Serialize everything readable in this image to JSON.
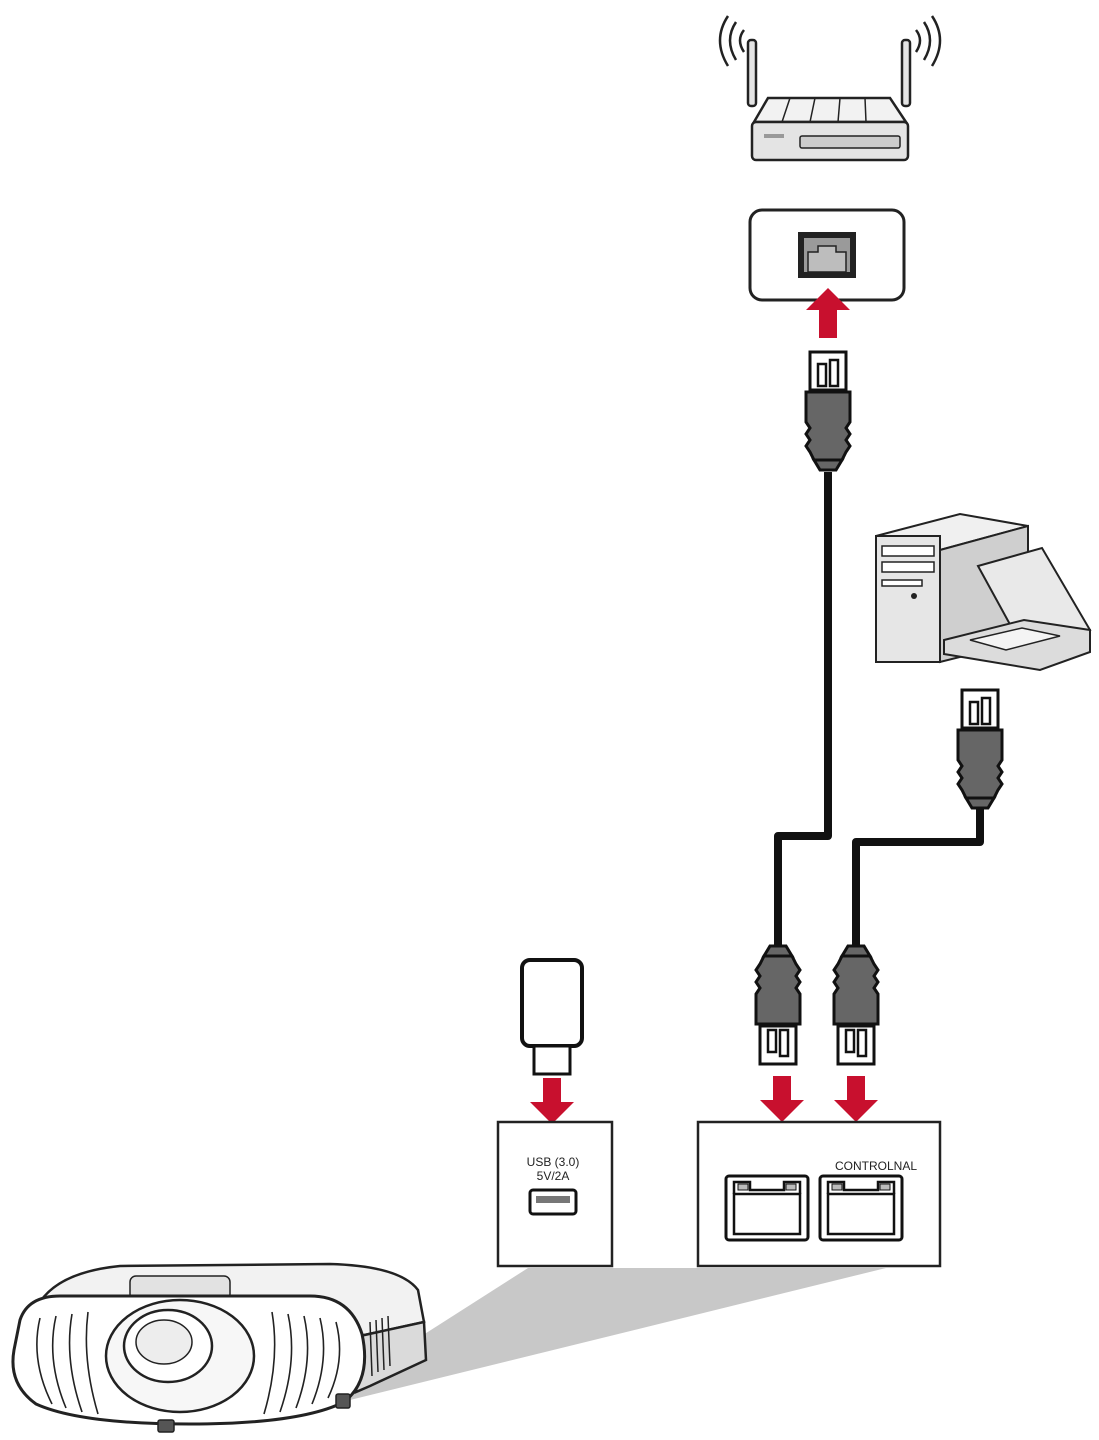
{
  "usb_panel": {
    "label_line1": "USB (3.0)",
    "label_line2": "5V/2A"
  },
  "lan_panel": {
    "label": "CONTROLNAL"
  },
  "colors": {
    "arrow": "#c8102e",
    "cable": "#111111",
    "plug_boot": "#666666",
    "device_fill": "#e4e4e4",
    "beam": "#c8c8c8"
  },
  "icons": {
    "router": "wifi-router-icon",
    "wall_jack": "ethernet-wall-jack-icon",
    "computer": "desktop-laptop-icon",
    "usb_drive": "usb-flash-drive-icon",
    "projector": "projector-icon"
  }
}
